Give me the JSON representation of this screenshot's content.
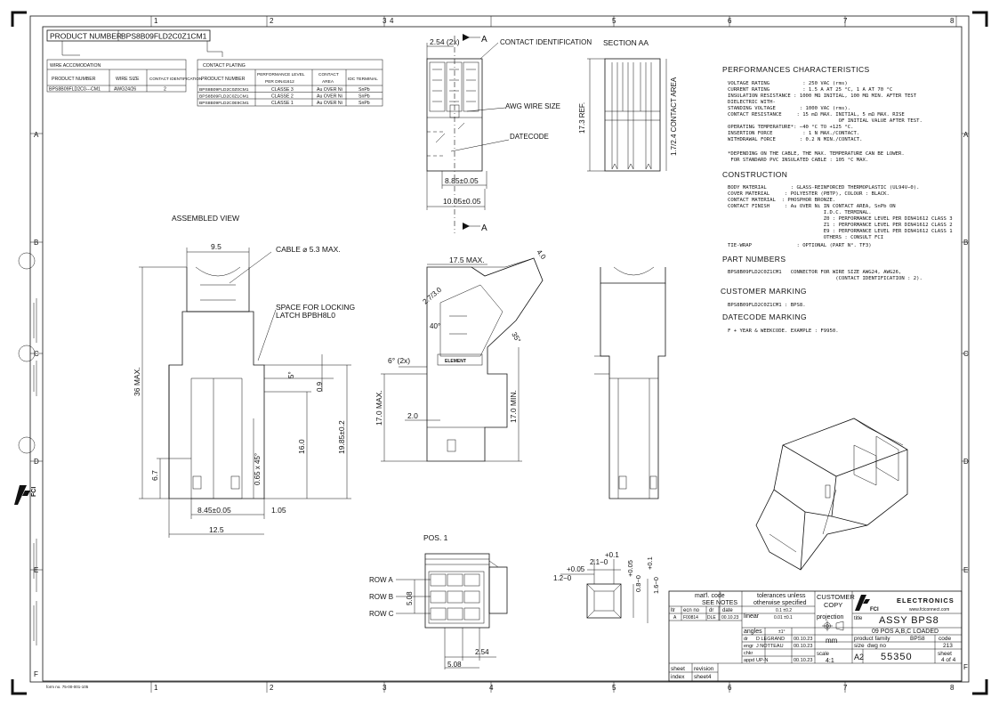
{
  "grid": {
    "columns": [
      "1",
      "2",
      "3",
      "4",
      "4",
      "5",
      "6",
      "7",
      "8"
    ],
    "rows": [
      "A",
      "B",
      "C",
      "D",
      "E",
      "F"
    ]
  },
  "product_box": {
    "label": "PRODUCT NUMBER",
    "value": "BPS8B09FLD2C0Z1CM1"
  },
  "wire_table": {
    "title": "WIRE ACCOMODATION",
    "headers": [
      "PRODUCT NUMBER",
      "WIRE SIZE",
      "CONTACT IDENTIFICATION"
    ],
    "rows": [
      [
        "BPS8B09FLD2C0---CM1",
        "AWG24/26",
        "2"
      ]
    ]
  },
  "plating_table": {
    "title": "CONTACT PLATING",
    "headers": [
      "PRODUCT NUMBER",
      "PERFORMANCE LEVEL PER DIN41612",
      "CONTACT AREA",
      "IDC TERMINAL"
    ],
    "rows": [
      [
        "BPS8B09FLD2C0Z0CM1",
        "CLASSE 3",
        "Au OVER Ni",
        "SnPb"
      ],
      [
        "BPS8B09FLD2C0Z1CM1",
        "CLASSE 2",
        "Au OVER Ni",
        "SnPb"
      ],
      [
        "BPS8B09FLD2C0E9CM1",
        "CLASSE 1",
        "Au OVER Ni",
        "SnPb"
      ]
    ]
  },
  "top_view": {
    "pitch_dim": "2.54 (2x)",
    "section_letter": "A",
    "contact_id": "CONTACT IDENTIFICATION",
    "awg_label": "AWG WIRE SIZE",
    "datecode_label": "DATECODE",
    "dim_width": "8.85±0.05",
    "dim_width2": "10.05±0.05"
  },
  "section_view": {
    "title": "SECTION AA",
    "dim_ref": "17.3 REF.",
    "dim_contact": "1.7/2.4 CONTACT AREA"
  },
  "assembled": {
    "title": "ASSEMBLED VIEW",
    "dim_top": "9.5",
    "cable": "CABLE ⌀ 5.3 MAX.",
    "locking_1": "SPACE FOR LOCKING",
    "locking_2": "LATCH BPBH8L0",
    "dim_36": "36 MAX.",
    "dim_09": "0.9",
    "dim_5deg": "5°",
    "dim_16": "16.0",
    "dim_1985": "19.85±0.2",
    "dim_67": "6.7",
    "dim_chamfer": "0.65 x 45°",
    "dim_845": "8.45±0.05",
    "dim_105": "1.05",
    "dim_125": "12.5"
  },
  "side_view": {
    "dim_175": "17.5 MAX.",
    "dim_40": "4.0",
    "dim_27": "2.7/3.0",
    "dim_40deg": "40°",
    "dim_35deg": "35°",
    "dim_6deg": "6° (2x)",
    "dim_20": "2.0",
    "dim_17max": "17.0 MAX.",
    "dim_17min": "17.0 MIN.",
    "brand": "ELEMENT"
  },
  "pos_view": {
    "title": "POS. 1",
    "rows": [
      "ROW A",
      "ROW B",
      "ROW C"
    ],
    "dim_508v": "5.08",
    "dim_254": "2.54",
    "dim_508h": "5.08"
  },
  "detail": {
    "d1": "+0.1",
    "d2": "2.1−0",
    "d3": "+0.05",
    "d4": "1.2−0",
    "d5": "+0.05",
    "d6": "0.8−0",
    "d7": "+0.1",
    "d8": "1.6−0"
  },
  "specs": {
    "perf_title": "PERFORMANCES CHARACTERISTICS",
    "perf_lines": [
      "VOLTAGE RATING           : 250 VAC (rms)",
      "CURRENT RATING           : 1.5 A AT 25 °C, 1 A AT 70 °C",
      "INSULATION RESISTANCE : 1000 MΩ INITIAL, 100 MΩ MIN. AFTER TEST",
      "DIELECTRIC WITH-",
      "STANDING VOLTAGE        : 1000 VAC (rms).",
      "CONTACT RESISTANCE     : 15 mΩ MAX. INITIAL, 5 mΩ MAX. RISE",
      "                                     OF INITIAL VALUE AFTER TEST.",
      "OPERATING TEMPERATURE*: −40 °C TO +125 °C.",
      "INSERTION FORCE          : 1 N MAX./CONTACT.",
      "WITHDRAWAL FORCE        : 0.2 N MIN./CONTACT."
    ],
    "perf_note": [
      "*DEPENDING ON THE CABLE, THE MAX. TEMPERATURE CAN BE LOWER.",
      " FOR STANDARD PVC INSULATED CABLE : 105 °C MAX."
    ],
    "const_title": "CONSTRUCTION",
    "const_lines": [
      "BODY MATERIAL        : GLASS-REINFORCED THERMOPLASTIC (UL94V−0).",
      "COVER MATERIAL     : POLYESTER (PBTP), COLOUR : BLACK.",
      "CONTACT MATERIAL  : PHOSPHOR BRONZE.",
      "CONTACT FINISH     : Au OVER Ni IN CONTACT AREA, SnPb ON",
      "                                I.D.C. TERMINAL.",
      "                                Z0 : PERFORMANCE LEVEL PER DIN41612 CLASS 3",
      "                                Z1 : PERFORMANCE LEVEL PER DIN41612 CLASS 2",
      "                                E9 : PERFORMANCE LEVEL PER DIN41612 CLASS 1",
      "                                OTHERS : CONSULT FCI",
      "TIE-WRAP               : OPTIONAL (PART N°. TF3)"
    ],
    "part_title": "PART NUMBERS",
    "part_lines": [
      "BPS8B09FLD2C0Z1CM1   CONNECTOR FOR WIRE SIZE AWG24, AWG26,",
      "                                    (CONTACT IDENTIFICATION : 2)."
    ],
    "cust_title": "CUSTOMER MARKING",
    "cust_lines": [
      "BPS8B09FLD2C0Z1CM1 : BPS8."
    ],
    "date_title": "DATECODE MARKING",
    "date_lines": [
      "F + YEAR & WEEKCODE. EXAMPLE : F9950."
    ]
  },
  "title_block": {
    "matl_code": "mat'l. code",
    "see_notes": "SEE NOTES",
    "tol_1": "tolerances unless",
    "tol_2": "otherwise specified",
    "tol_a": "0.1 ±0.2",
    "tol_b": "0.01 ±0.1",
    "linear": "linear",
    "angles": "angles",
    "angles_val": "±1°",
    "customer_copy_1": "CUSTOMER",
    "customer_copy_2": "COPY",
    "projection": "projection",
    "ltr": "ltr",
    "ecn_no": "ecn no",
    "dr": "dr",
    "date": "date",
    "rev_ltr": "A",
    "rev_ecn": "F00814",
    "rev_dr": "DLE",
    "rev_date": "00.10.23",
    "dr_label": "dr",
    "dr_name": "D LEGRAND",
    "dr_date": "00.10.23",
    "engr_label": "engr",
    "engr_name": "J NOTTEAU",
    "engr_date": "00.10.23",
    "chkr_label": "chkr",
    "appd_label": "appd",
    "appd_name": "UP-N",
    "appd_date": "00.10.23",
    "units": "mm",
    "scale_label": "scale",
    "scale": "4:1",
    "company": "ELECTRONICS",
    "brand": "FCI",
    "website": "www.fciconnect.com",
    "title_label": "title",
    "title": "ASSY BPS8",
    "subtitle": "09 POS A,B,C LOADED",
    "family_label": "product family",
    "family": "BPS8",
    "code_label": "code",
    "code": "213",
    "size_label": "size",
    "dwg_label": "dwg no",
    "size": "A2",
    "dwg_no": "55350",
    "sheet_label": "sheet",
    "sheet": "4 of 4",
    "sheet_index": "sheet",
    "index": "index",
    "revision": "revision",
    "sheet4": "sheet4"
  },
  "form_no": "form no. 75-00-001-105",
  "fci_side": "FCI"
}
